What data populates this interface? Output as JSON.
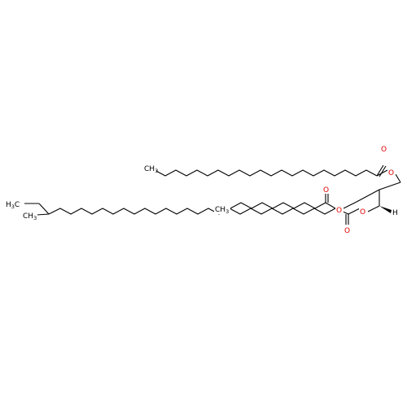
{
  "molecule": {
    "atoms": {
      "o_top_ester": "O",
      "o_top_carbonyl": "O",
      "o_mid_ester": "O",
      "o_mid_carbonyl": "O",
      "o_bottom_ester": "O",
      "o_bottom_carbonyl": "O",
      "stereo_h": "H"
    },
    "groups": {
      "methyl_top": {
        "main": "CH",
        "sub": "3"
      },
      "methyl_mid": {
        "main": "CH",
        "sub": "3"
      },
      "methyl_bottom_1": {
        "main": "H",
        "sub": "3",
        "tail": "C"
      },
      "methyl_bottom_2": {
        "main": "CH",
        "sub": "3"
      }
    },
    "colors": {
      "carbon_bond": "#000000",
      "oxygen": "#e00000",
      "background": "#ffffff"
    }
  }
}
